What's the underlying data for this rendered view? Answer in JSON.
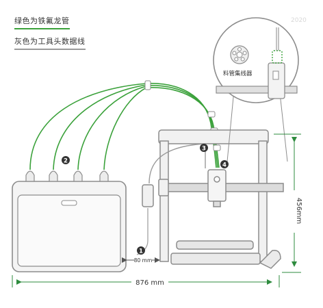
{
  "legend": {
    "green_text": "绿色为铁氟龙管",
    "gray_text": "灰色为工具头数据线",
    "green_color": "#3aa13a",
    "gray_color": "#9a9a9a"
  },
  "callout": {
    "label": "料管集线器"
  },
  "markers": [
    "1",
    "2",
    "3",
    "4"
  ],
  "dimensions": {
    "gap": "80 mm",
    "width": "876 mm",
    "height": "456mm"
  },
  "colors": {
    "tube": "#3aa13a",
    "frame": "#8c8c8c",
    "dimension": "#2e8b3e",
    "marker": "#333333"
  },
  "watermark": "2020"
}
